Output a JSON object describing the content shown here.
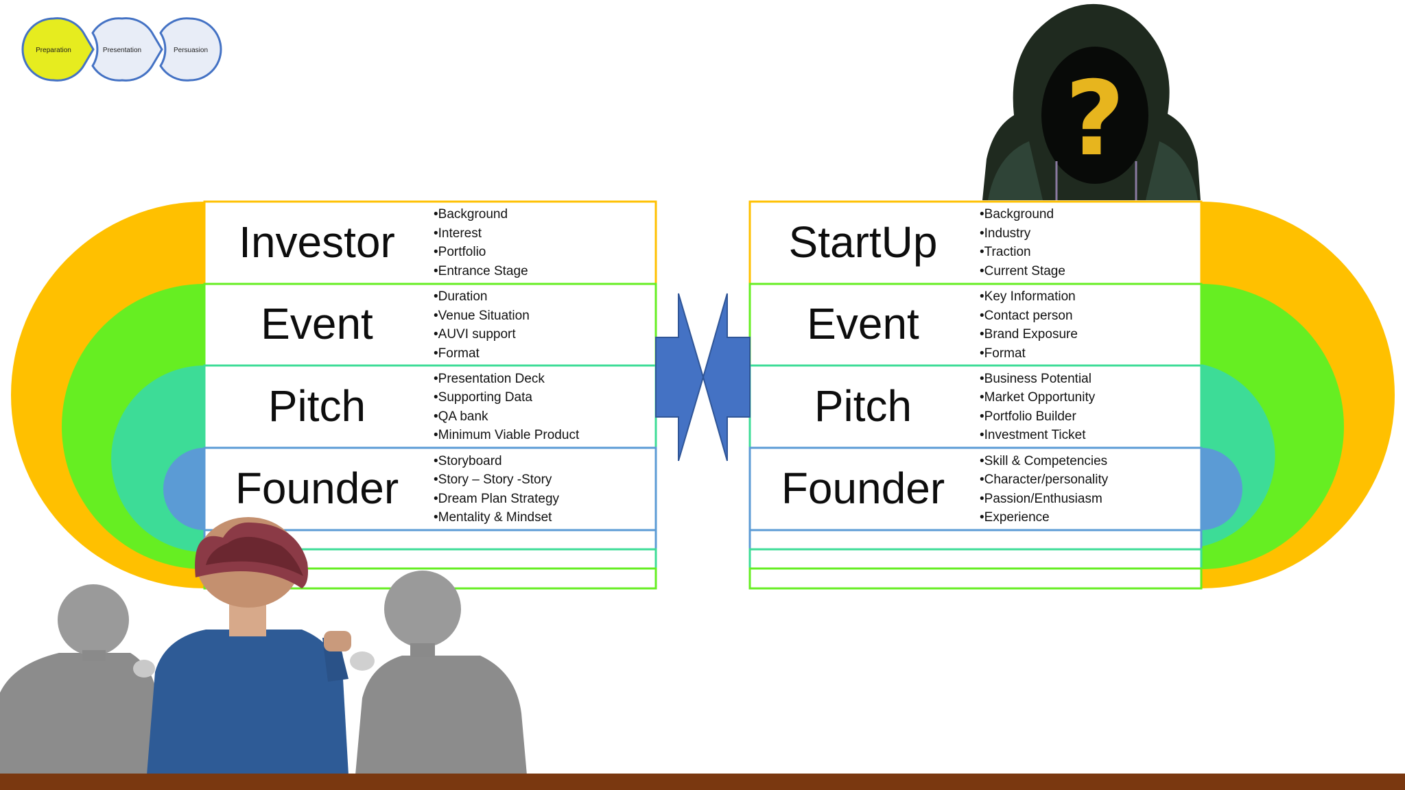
{
  "colors": {
    "orange": "#ffc000",
    "green": "#66ee22",
    "teal": "#3ddc97",
    "blue": "#5b9bd5",
    "arrow_blue": "#4472c4",
    "step_active": "#e6ec1f",
    "step_inactive": "#e8edf7",
    "step_border": "#4472c4",
    "footer": "#7a3810"
  },
  "steps": [
    {
      "label": "Preparation",
      "active": true
    },
    {
      "label": "Presentation",
      "active": false
    },
    {
      "label": "Persuasion",
      "active": false
    }
  ],
  "left_panel": {
    "rows": [
      {
        "title": "Investor",
        "bullets": [
          "•Background",
          "•Interest",
          "•Portfolio",
          "•Entrance Stage"
        ]
      },
      {
        "title": "Event",
        "bullets": [
          "•Duration",
          "•Venue Situation",
          "•AUVI support",
          "•Format"
        ]
      },
      {
        "title": "Pitch",
        "bullets": [
          "•Presentation Deck",
          "•Supporting Data",
          "•QA bank",
          "•Minimum Viable Product"
        ]
      },
      {
        "title": "Founder",
        "bullets": [
          "•Storyboard",
          "•Story – Story -Story",
          "•Dream Plan Strategy",
          "•Mentality & Mindset"
        ]
      }
    ]
  },
  "right_panel": {
    "rows": [
      {
        "title": "StartUp",
        "bullets": [
          "•Background",
          "•Industry",
          "•Traction",
          "•Current Stage"
        ]
      },
      {
        "title": "Event",
        "bullets": [
          "•Key Information",
          "•Contact person",
          "•Brand Exposure",
          "•Format"
        ]
      },
      {
        "title": "Pitch",
        "bullets": [
          "•Business Potential",
          "•Market Opportunity",
          "•Portfolio Builder",
          "•Investment Ticket"
        ]
      },
      {
        "title": "Founder",
        "bullets": [
          "•Skill & Competencies",
          "•Character/personality",
          "•Passion/Enthusiasm",
          "•Experience"
        ]
      }
    ]
  },
  "images": {
    "hooded_figure": "hooded-figure-question-mark",
    "people": "three-people-with-game-controllers"
  }
}
